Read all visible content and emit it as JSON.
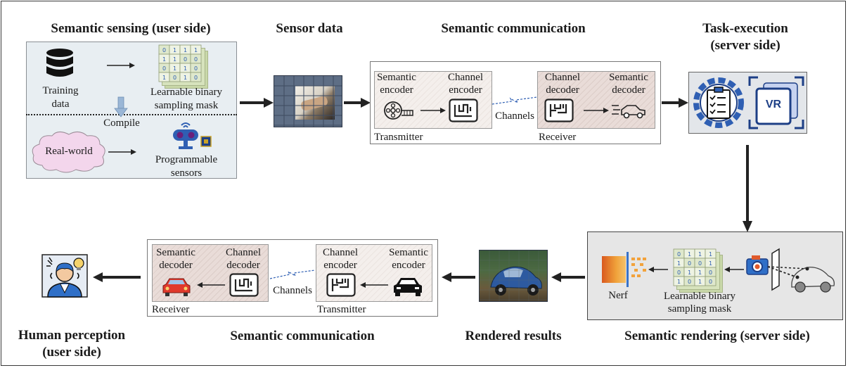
{
  "top": {
    "sensing_title": "Semantic sensing (user side)",
    "sensor_data_title": "Sensor data",
    "comm_title": "Semantic communication",
    "task_title_line1": "Task-execution",
    "task_title_line2": "(server side)"
  },
  "sensing": {
    "training_line1": "Training",
    "training_line2": "data",
    "mask_line1": "Learnable binary",
    "mask_line2": "sampling mask",
    "compile": "Compile",
    "real_world": "Real-world",
    "sensors_line1": "Programmable",
    "sensors_line2": "sensors",
    "mask_rows": [
      [
        "0",
        "1",
        "1",
        "1"
      ],
      [
        "1",
        "1",
        "0",
        "0"
      ],
      [
        "0",
        "1",
        "1",
        "0"
      ],
      [
        "1",
        "0",
        "1",
        "0"
      ]
    ]
  },
  "comm_top": {
    "sem_encoder_line1": "Semantic",
    "sem_encoder_line2": "encoder",
    "ch_encoder_line1": "Channel",
    "ch_encoder_line2": "encoder",
    "channels": "Channels",
    "ch_decoder_line1": "Channel",
    "ch_decoder_line2": "decoder",
    "sem_decoder_line1": "Semantic",
    "sem_decoder_line2": "decoder",
    "transmitter": "Transmitter",
    "receiver": "Receiver"
  },
  "task": {
    "vr": "VR"
  },
  "bottom": {
    "human_line1": "Human perception",
    "human_line2": "(user side)",
    "comm_title": "Semantic communication",
    "rendered_title": "Rendered results",
    "rendering_title": "Semantic rendering (server side)"
  },
  "comm_bottom": {
    "sem_decoder_line1": "Semantic",
    "sem_decoder_line2": "decoder",
    "ch_decoder_line1": "Channel",
    "ch_decoder_line2": "decoder",
    "channels": "Channels",
    "ch_encoder_line1": "Channel",
    "ch_encoder_line2": "encoder",
    "sem_encoder_line1": "Semantic",
    "sem_encoder_line2": "encoder",
    "receiver": "Receiver",
    "transmitter": "Transmitter"
  },
  "rendering": {
    "nerf": "Nerf",
    "mask_line1": "Learnable binary",
    "mask_line2": "sampling mask",
    "mask_rows": [
      [
        "0",
        "1",
        "1",
        "1"
      ],
      [
        "1",
        "0",
        "0",
        "1"
      ],
      [
        "0",
        "1",
        "1",
        "0"
      ],
      [
        "1",
        "0",
        "1",
        "0"
      ]
    ]
  },
  "colors": {
    "sensing_panel": "#e8eef2",
    "rendering_panel": "#e6e6e6",
    "task_panel": "#e3e6ea",
    "cloud": "#f3d6ec",
    "accent_blue": "#2f5fb3",
    "arrow": "#222222"
  }
}
